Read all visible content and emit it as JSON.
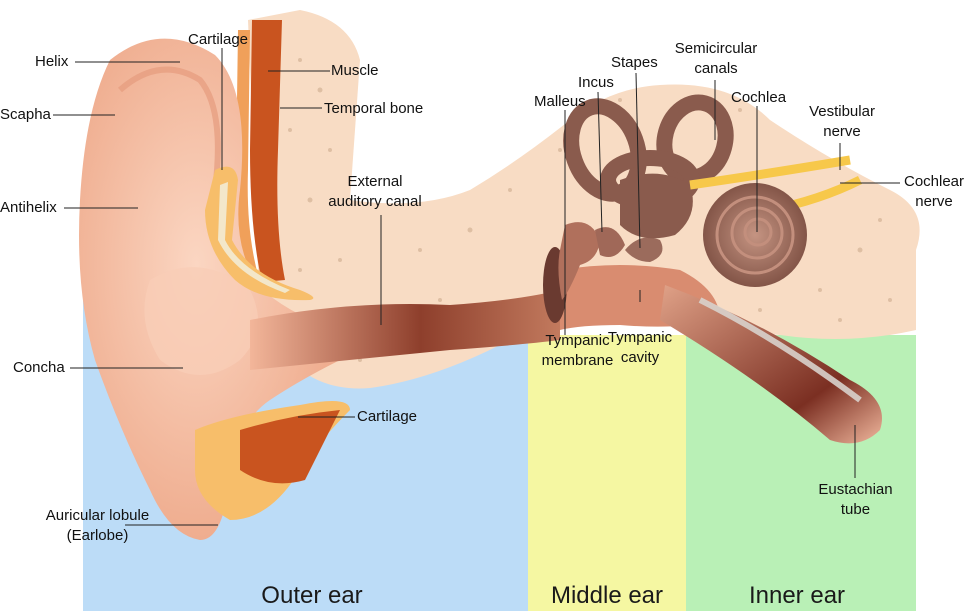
{
  "colors": {
    "outer_region": "#bcdcf7",
    "middle_region": "#f5f7a2",
    "inner_region": "#b9f0b6",
    "skin": "#f6c3a8",
    "skin_dark": "#e9a689",
    "bone": "#f8dcc4",
    "cartilage": "#f7be6a",
    "muscle": "#c9541f",
    "inner_ear": "#8a5b4d",
    "nerve": "#f7c84a"
  },
  "labels": {
    "helix": "Helix",
    "scapha": "Scapha",
    "antihelix": "Antihelix",
    "concha": "Concha",
    "lobule": "Auricular lobule\n(Earlobe)",
    "cartilage_top": "Cartilage",
    "muscle": "Muscle",
    "temporal_bone": "Temporal bone",
    "external_canal": "External\nauditory canal",
    "cartilage_bottom": "Cartilage",
    "malleus": "Malleus",
    "incus": "Incus",
    "stapes": "Stapes",
    "semicircular": "Semicircular\ncanals",
    "cochlea": "Cochlea",
    "vestibular": "Vestibular\nnerve",
    "cochlear_nerve": "Cochlear\nnerve",
    "tympanic_membrane": "Tympanic\nmembrane",
    "tympanic_cavity": "Tympanic\ncavity",
    "eustachian": "Eustachian\ntube"
  },
  "regions": {
    "outer": "Outer ear",
    "middle": "Middle ear",
    "inner": "Inner ear"
  }
}
